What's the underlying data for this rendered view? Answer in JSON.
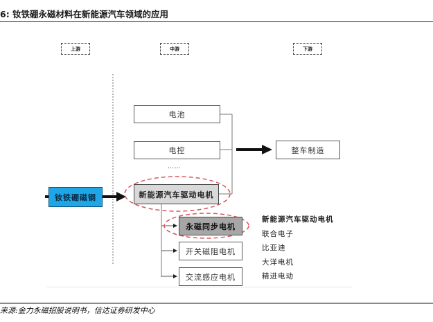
{
  "title": "6:  钕铁硼永磁材料在新能源汽车领域的应用",
  "stages": {
    "upstream": "上游",
    "midstream": "中游",
    "downstream": "下游"
  },
  "nodes": {
    "ndfeb_magnet": "钕铁硼磁钢",
    "battery": "电池",
    "electronic_control": "电控",
    "ellipsis": "……",
    "nev_drive_motor": "新能源汽车驱动电机",
    "vehicle_manufacturing": "整车制造",
    "pm_synchronous_motor": "永磁同步电机",
    "switched_reluctance_motor": "开关磁阻电机",
    "ac_induction_motor": "交流感应电机"
  },
  "makers": {
    "heading": "新能源汽车驱动电机",
    "items": [
      "联合电子",
      "比亚迪",
      "大洋电机",
      "精进电动"
    ]
  },
  "colors": {
    "magnet_box": "#1ea6e6",
    "highlight_ellipse": "#d9545c",
    "drive_motor_fill": "#d9d9d9",
    "pm_motor_fill": "#a6a6a6"
  },
  "source": "来源:金力永磁招股说明书，信达证券研发中心"
}
